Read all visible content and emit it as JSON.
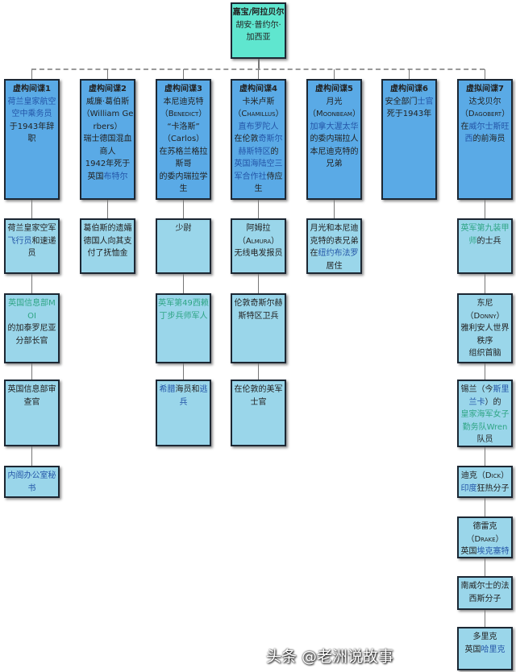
{
  "colors": {
    "top_fill": "#5fe6cf",
    "header_fill": "#5aaae6",
    "child_fill": "#9ad6ea",
    "link": "#2456a8",
    "green_link": "#2fa585"
  },
  "top": {
    "paras": [
      [
        {
          "t": "嘉宝/阿拉贝尔",
          "s": "b"
        }
      ],
      [
        {
          "t": "胡安·普约尔·加西亚",
          "s": ""
        }
      ]
    ]
  },
  "columns": [
    {
      "header": [
        [
          {
            "t": "虚构间谍1",
            "s": "b"
          }
        ],
        [
          {
            "t": "荷兰皇家航空空中乘务员",
            "s": "link"
          }
        ],
        [
          {
            "t": "于1943年辞职",
            "s": ""
          }
        ]
      ],
      "children": [
        [
          [
            {
              "t": "荷兰皇家空军",
              "s": ""
            },
            {
              "t": "飞行员",
              "s": "link"
            },
            {
              "t": "和速递员",
              "s": ""
            }
          ]
        ],
        [
          [
            {
              "t": "英国信息部MOI",
              "s": "green"
            }
          ],
          [
            {
              "t": "的加泰罗尼亚分部长官",
              "s": ""
            }
          ]
        ],
        [
          [
            {
              "t": "英国信息部审查官",
              "s": ""
            }
          ]
        ],
        [
          [
            {
              "t": "内阁办公室秘书",
              "s": "link"
            }
          ]
        ]
      ]
    },
    {
      "header": [
        [
          {
            "t": "虚构间谍2",
            "s": "b"
          }
        ],
        [
          {
            "t": "威廉·葛伯斯",
            "s": ""
          }
        ],
        [
          {
            "t": "（William Gerbers）",
            "s": ""
          }
        ],
        [
          {
            "t": "瑞士德国混血商人",
            "s": ""
          }
        ],
        [
          {
            "t": "1942年死于",
            "s": ""
          }
        ],
        [
          {
            "t": "英国",
            "s": ""
          },
          {
            "t": "布特尔",
            "s": "link"
          }
        ]
      ],
      "children": [
        [
          [
            {
              "t": "葛伯斯的遗孀德国人向其支付了抚恤金",
              "s": ""
            }
          ]
        ]
      ]
    },
    {
      "header": [
        [
          {
            "t": "虚构间谍3",
            "s": "b"
          }
        ],
        [
          {
            "t": "本尼迪克特",
            "s": ""
          }
        ],
        [
          {
            "t": "（Benedict）",
            "s": "sc"
          }
        ],
        [
          {
            "t": "“卡洛斯”",
            "s": ""
          }
        ],
        [
          {
            "t": "（Carlos）",
            "s": ""
          }
        ],
        [
          {
            "t": "在苏格兰格拉斯哥",
            "s": ""
          }
        ],
        [
          {
            "t": "的委内瑞拉学生",
            "s": ""
          }
        ]
      ],
      "children": [
        [
          [
            {
              "t": "少尉",
              "s": ""
            }
          ]
        ],
        [
          [
            {
              "t": "英军第49西赖丁步兵师军人",
              "s": "green"
            }
          ]
        ],
        [
          [
            {
              "t": "希腊",
              "s": "link"
            },
            {
              "t": "海员和",
              "s": ""
            },
            {
              "t": "逃兵",
              "s": "link"
            }
          ]
        ]
      ]
    },
    {
      "header": [
        [
          {
            "t": "虚构间谍4",
            "s": "b"
          }
        ],
        [
          {
            "t": "卡米卢斯",
            "s": ""
          }
        ],
        [
          {
            "t": "（Chamillus）",
            "s": "sc"
          }
        ],
        [
          {
            "t": "直布罗陀人",
            "s": "link"
          }
        ],
        [
          {
            "t": "在伦敦",
            "s": ""
          },
          {
            "t": "奇斯尔赫斯特区",
            "s": "link"
          },
          {
            "t": "的",
            "s": ""
          }
        ],
        [
          {
            "t": "英国海陆空三军合作社",
            "s": "link"
          },
          {
            "t": "侍应生",
            "s": ""
          }
        ]
      ],
      "children": [
        [
          [
            {
              "t": "阿姆拉",
              "s": ""
            }
          ],
          [
            {
              "t": "（Almura）",
              "s": "sc"
            }
          ],
          [
            {
              "t": "无线电发报员",
              "s": ""
            }
          ]
        ],
        [
          [
            {
              "t": "伦敦奇斯尔赫斯特区卫兵",
              "s": ""
            }
          ]
        ],
        [
          [
            {
              "t": "在伦敦的美军士官",
              "s": ""
            }
          ]
        ]
      ]
    },
    {
      "header": [
        [
          {
            "t": "虚构间谍5",
            "s": "b"
          }
        ],
        [
          {
            "t": "月光",
            "s": ""
          }
        ],
        [
          {
            "t": "（Moonbeam）",
            "s": "sc"
          }
        ],
        [
          {
            "t": "加拿大渥太华",
            "s": "link"
          }
        ],
        [
          {
            "t": "的委内瑞拉人",
            "s": ""
          }
        ],
        [
          {
            "t": "本尼迪克特的兄弟",
            "s": ""
          }
        ]
      ],
      "children": [
        [
          [
            {
              "t": "月光和本尼迪克特的表兄弟",
              "s": ""
            },
            {
              "t": "在",
              "s": ""
            },
            {
              "t": "纽约布法罗",
              "s": "link"
            },
            {
              "t": "居住",
              "s": ""
            }
          ]
        ]
      ]
    },
    {
      "header": [
        [
          {
            "t": "虚构间谍6",
            "s": "b"
          }
        ],
        [
          {
            "t": "安全部门",
            "s": ""
          },
          {
            "t": "士官",
            "s": "link"
          }
        ],
        [
          {
            "t": "死于1943年",
            "s": ""
          }
        ]
      ],
      "children": []
    },
    {
      "header": [
        [
          {
            "t": "虚拟间谍7",
            "s": "b"
          }
        ],
        [
          {
            "t": "达戈贝尔",
            "s": ""
          }
        ],
        [
          {
            "t": "（Dagobert）",
            "s": "sc"
          }
        ],
        [
          {
            "t": "在",
            "s": ""
          },
          {
            "t": "威尔士斯旺西",
            "s": "link"
          },
          {
            "t": "的前海员",
            "s": ""
          }
        ]
      ],
      "children": [
        [
          [
            {
              "t": "英军第九装甲师",
              "s": "green"
            },
            {
              "t": "的士兵",
              "s": ""
            }
          ]
        ],
        [
          [
            {
              "t": "东尼",
              "s": ""
            }
          ],
          [
            {
              "t": "（Donny）",
              "s": "sc"
            }
          ],
          [
            {
              "t": "雅利安人世界秩序",
              "s": ""
            }
          ],
          [
            {
              "t": "组织首脑",
              "s": ""
            }
          ]
        ],
        [
          [
            {
              "t": "锡兰（今",
              "s": ""
            },
            {
              "t": "斯里兰卡",
              "s": "link"
            },
            {
              "t": "）的",
              "s": ""
            }
          ],
          [
            {
              "t": "皇家海军女子勤务队Wren",
              "s": "green"
            },
            {
              "t": "队员",
              "s": ""
            }
          ]
        ],
        [
          [
            {
              "t": "迪克（Dick）",
              "s": "sc"
            }
          ],
          [
            {
              "t": "印度",
              "s": "link"
            },
            {
              "t": "狂热分子",
              "s": ""
            }
          ]
        ],
        [
          [
            {
              "t": "德雷克",
              "s": ""
            }
          ],
          [
            {
              "t": "（Drake）",
              "s": "sc"
            }
          ],
          [
            {
              "t": "英国",
              "s": ""
            },
            {
              "t": "埃克塞特",
              "s": "link"
            }
          ]
        ],
        [
          [
            {
              "t": "南威尔士的法西斯分子",
              "s": ""
            }
          ]
        ],
        [
          [
            {
              "t": "多里克",
              "s": ""
            }
          ],
          [
            {
              "t": "英国",
              "s": ""
            },
            {
              "t": "哈里克",
              "s": "link"
            }
          ]
        ]
      ]
    }
  ],
  "watermark": "头条 @老洲说故事"
}
